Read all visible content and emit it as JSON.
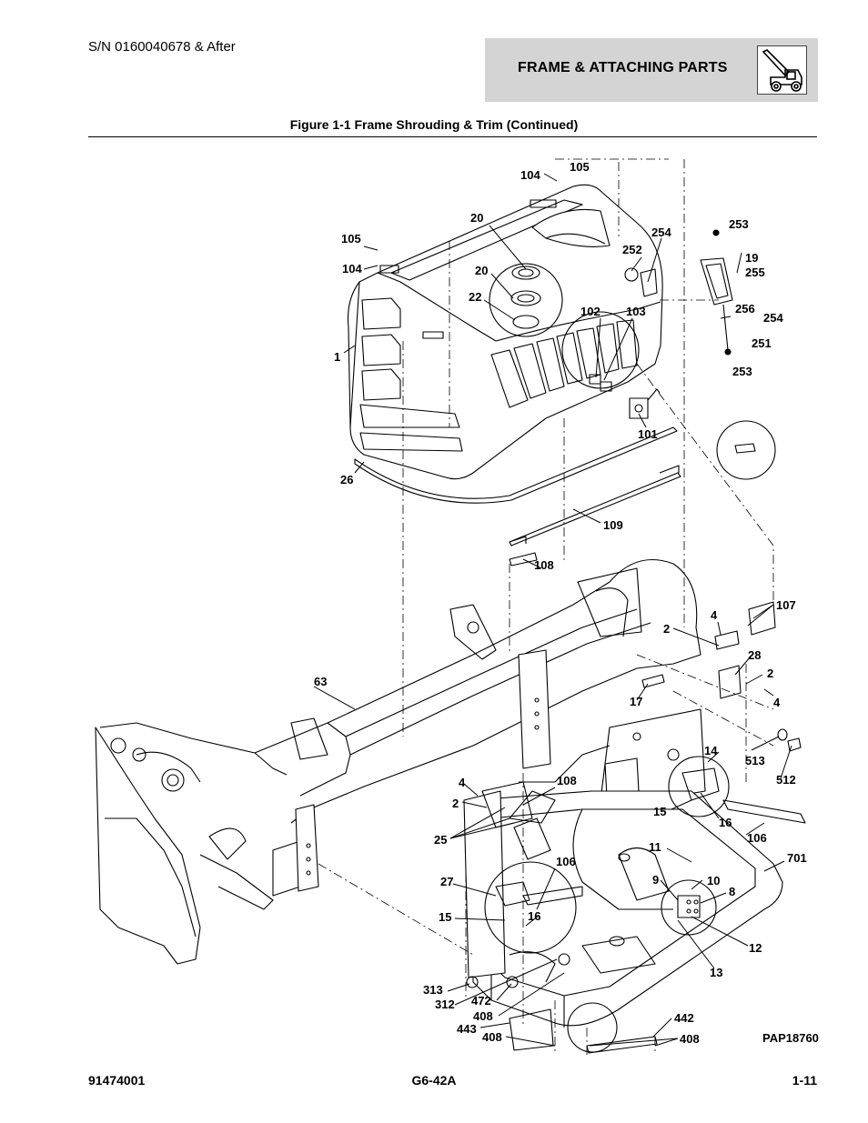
{
  "header": {
    "serial": "S/N 0160040678 & After",
    "section_title": "FRAME & ATTACHING PARTS",
    "section_icon": "telehandler-icon"
  },
  "figure": {
    "title": "Figure 1-1 Frame Shrouding & Trim (Continued)",
    "drawing_id": "PAP18760"
  },
  "callouts": {
    "c105a": "105",
    "c104a": "104",
    "c20a": "20",
    "c105b": "105",
    "c104b": "104",
    "c20b": "20",
    "c22": "22",
    "c1": "1",
    "c252": "252",
    "c254a": "254",
    "c253a": "253",
    "c19": "19",
    "c255": "255",
    "c256": "256",
    "c254b": "254",
    "c251": "251",
    "c253b": "253",
    "c102": "102",
    "c103": "103",
    "c101": "101",
    "c26": "26",
    "c109": "109",
    "c108a": "108",
    "c107": "107",
    "c4a": "4",
    "c2a": "2",
    "c28": "28",
    "c2b": "2",
    "c4b": "4",
    "c63": "63",
    "c17": "17",
    "c14": "14",
    "c513": "513",
    "c512": "512",
    "c4c": "4",
    "c108b": "108",
    "c2c": "2",
    "c15a": "15",
    "c16a": "16",
    "c106a": "106",
    "c25": "25",
    "c701": "701",
    "c11": "11",
    "c106b": "106",
    "c9": "9",
    "c10": "10",
    "c27": "27",
    "c8": "8",
    "c15b": "15",
    "c16b": "16",
    "c12": "12",
    "c13": "13",
    "c313": "313",
    "c472": "472",
    "c312": "312",
    "c408a": "408",
    "c442": "442",
    "c443": "443",
    "c408b": "408",
    "c408c": "408"
  },
  "footer": {
    "left": "91474001",
    "center": "G6-42A",
    "right": "1-11"
  }
}
